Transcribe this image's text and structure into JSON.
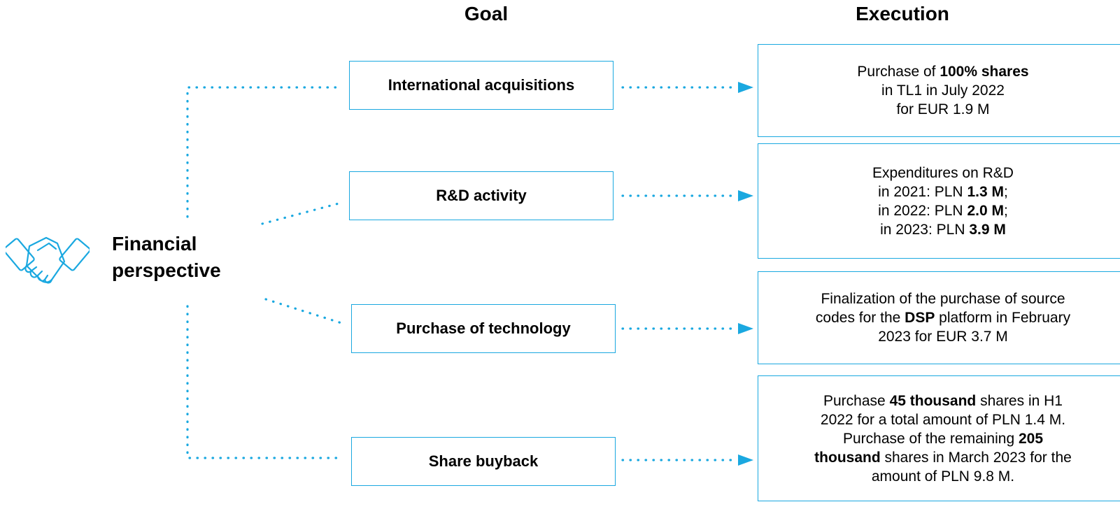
{
  "headers": {
    "goal": "Goal",
    "execution": "Execution"
  },
  "root": {
    "icon": "handshake-icon",
    "label_line1": "Financial",
    "label_line2": "perspective"
  },
  "colors": {
    "accent": "#1aa8e0",
    "text": "#000000",
    "background": "#ffffff"
  },
  "goals": [
    {
      "label": "International acquisitions"
    },
    {
      "label": "R&D activity"
    },
    {
      "label": "Purchase of technology"
    },
    {
      "label": "Share buyback"
    }
  ],
  "executions": [
    {
      "lines": [
        [
          {
            "t": "Purchase of "
          },
          {
            "t": "100% shares",
            "b": true
          }
        ],
        [
          {
            "t": "in TL1 in July 2022"
          }
        ],
        [
          {
            "t": "for EUR 1.9 M"
          }
        ]
      ]
    },
    {
      "lines": [
        [
          {
            "t": "Expenditures on R&D"
          }
        ],
        [
          {
            "t": "in 2021: PLN "
          },
          {
            "t": "1.3 M",
            "b": true
          },
          {
            "t": ";"
          }
        ],
        [
          {
            "t": "in 2022: PLN "
          },
          {
            "t": "2.0 M",
            "b": true
          },
          {
            "t": ";"
          }
        ],
        [
          {
            "t": "in 2023: PLN "
          },
          {
            "t": "3.9 M",
            "b": true
          }
        ]
      ]
    },
    {
      "lines": [
        [
          {
            "t": "Finalization of the purchase of source"
          }
        ],
        [
          {
            "t": "codes for the "
          },
          {
            "t": "DSP",
            "b": true
          },
          {
            "t": " platform in February"
          }
        ],
        [
          {
            "t": "2023 for EUR 3.7 M"
          }
        ]
      ]
    },
    {
      "lines": [
        [
          {
            "t": "Purchase "
          },
          {
            "t": "45 thousand",
            "b": true
          },
          {
            "t": " shares in H1"
          }
        ],
        [
          {
            "t": "2022 for a total amount of PLN 1.4 M."
          }
        ],
        [
          {
            "t": "Purchase of the remaining "
          },
          {
            "t": "205",
            "b": true
          }
        ],
        [
          {
            "t": "thousand",
            "b": true
          },
          {
            "t": " shares in March 2023 for the"
          }
        ],
        [
          {
            "t": "amount of PLN 9.8 M."
          }
        ]
      ]
    }
  ]
}
